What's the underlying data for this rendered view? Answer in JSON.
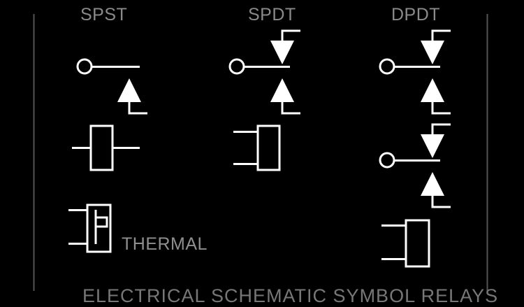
{
  "diagram": {
    "title_caption": "ELECTRICAL  SCHEMATIC  SYMBOL  RELAYS",
    "background_color": "#000000",
    "line_color": "#ffffff",
    "text_color": "#8a8a8a",
    "frame": {
      "left_rule": "vertical-rule",
      "right_rule": "vertical-rule"
    }
  },
  "columns": [
    {
      "header": "SPST",
      "symbol_name": "single-pole-single-throw-relay",
      "parts": [
        "terminal-dot",
        "contact-bar",
        "normally-open-arrow",
        "coil-box"
      ]
    },
    {
      "header": "SPDT",
      "symbol_name": "single-pole-double-throw-relay",
      "parts": [
        "terminal-dot",
        "contact-bar",
        "normally-closed-arrow",
        "normally-open-arrow",
        "coil-box"
      ]
    },
    {
      "header": "DPDT",
      "symbol_name": "double-pole-double-throw-relay",
      "parts": [
        "terminal-dot",
        "contact-bar",
        "normally-closed-arrow",
        "normally-open-arrow",
        "terminal-dot",
        "contact-bar",
        "normally-closed-arrow",
        "normally-open-arrow",
        "coil-box"
      ]
    }
  ],
  "annotations": {
    "thermal_label": "THERMAL",
    "thermal_symbol_name": "thermal-overload-relay"
  }
}
